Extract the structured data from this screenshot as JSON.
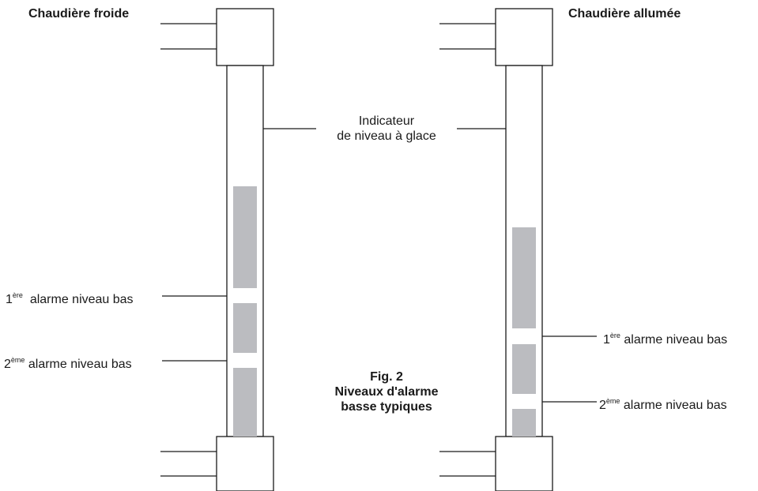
{
  "left_panel": {
    "title": "Chaudière froide",
    "alarm1": {
      "num": "1",
      "sup": "ère",
      "text": "alarme niveau bas"
    },
    "alarm2": {
      "num": "2",
      "sup": "ème",
      "text": "alarme niveau bas"
    }
  },
  "right_panel": {
    "title": "Chaudière allumée",
    "alarm1": {
      "num": "1",
      "sup": "ère",
      "text": "alarme niveau bas"
    },
    "alarm2": {
      "num": "2",
      "sup": "ème",
      "text": "alarme niveau bas"
    }
  },
  "center_label": {
    "line1": "Indicateur",
    "line2": "de niveau à glace"
  },
  "figure_caption": {
    "line1": "Fig. 2",
    "line2": "Niveaux d'alarme",
    "line3": "basse typiques"
  },
  "colors": {
    "stroke": "#1a1a1a",
    "water": "#bbbcc0"
  }
}
